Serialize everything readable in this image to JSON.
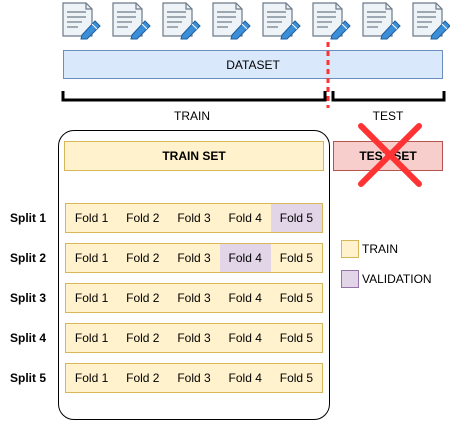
{
  "dataset_label": "DATASET",
  "train_label": "TRAIN",
  "test_label": "TEST",
  "train_set_label": "TRAIN SET",
  "test_set_label": "TEST SET",
  "splits": [
    {
      "label": "Split 1",
      "folds": [
        "Fold 1",
        "Fold 2",
        "Fold 3",
        "Fold 4",
        "Fold 5"
      ],
      "validation_index": 4
    },
    {
      "label": "Split 2",
      "folds": [
        "Fold 1",
        "Fold 2",
        "Fold 3",
        "Fold 4",
        "Fold 5"
      ],
      "validation_index": 3
    },
    {
      "label": "Split 3",
      "folds": [
        "Fold 1",
        "Fold 2",
        "Fold 3",
        "Fold 4",
        "Fold 5"
      ],
      "validation_index": -1
    },
    {
      "label": "Split 4",
      "folds": [
        "Fold 1",
        "Fold 2",
        "Fold 3",
        "Fold 4",
        "Fold 5"
      ],
      "validation_index": -1
    },
    {
      "label": "Split 5",
      "folds": [
        "Fold 1",
        "Fold 2",
        "Fold 3",
        "Fold 4",
        "Fold 5"
      ],
      "validation_index": -1
    }
  ],
  "legend": [
    {
      "label": "TRAIN",
      "color": "#fff2cc",
      "border": "#d6b656"
    },
    {
      "label": "VALIDATION",
      "color": "#e1d5e7",
      "border": "#9673a6"
    }
  ],
  "icons": {
    "document": "document-edit-icon",
    "cross": "cross-icon"
  },
  "colors": {
    "dataset": "#dae8fc",
    "train": "#fff2cc",
    "validation": "#e1d5e7",
    "test": "#f8cecc",
    "cross": "#ff3333",
    "split_line": "#ff3333"
  }
}
